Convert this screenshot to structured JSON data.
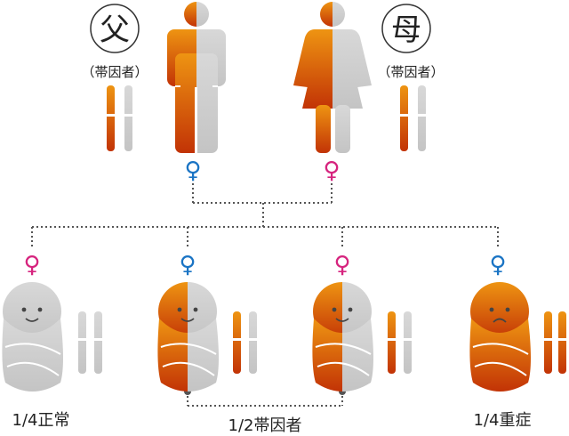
{
  "parents": {
    "father": {
      "glyph": "父",
      "label": "（帯因者）",
      "gender_symbol": "♀"
    },
    "mother": {
      "glyph": "母",
      "label": "（帯因者）",
      "gender_symbol": "♀"
    }
  },
  "children": [
    {
      "gender_symbol": "♀",
      "face": "smile",
      "body": "gray"
    },
    {
      "gender_symbol": "♀",
      "face": "smile",
      "body": "half"
    },
    {
      "gender_symbol": "♀",
      "face": "smile",
      "body": "half"
    },
    {
      "gender_symbol": "♀",
      "face": "sad",
      "body": "orange"
    }
  ],
  "outcomes": {
    "normal": "1/4正常",
    "carrier": "1/2帯因者",
    "affected": "1/4重症"
  },
  "colors": {
    "orange": "#e8820c",
    "orange_dark": "#c43a08",
    "gray": "#cccccc",
    "blue": "#1a74c4",
    "pink": "#d6247e",
    "line": "#555555"
  }
}
